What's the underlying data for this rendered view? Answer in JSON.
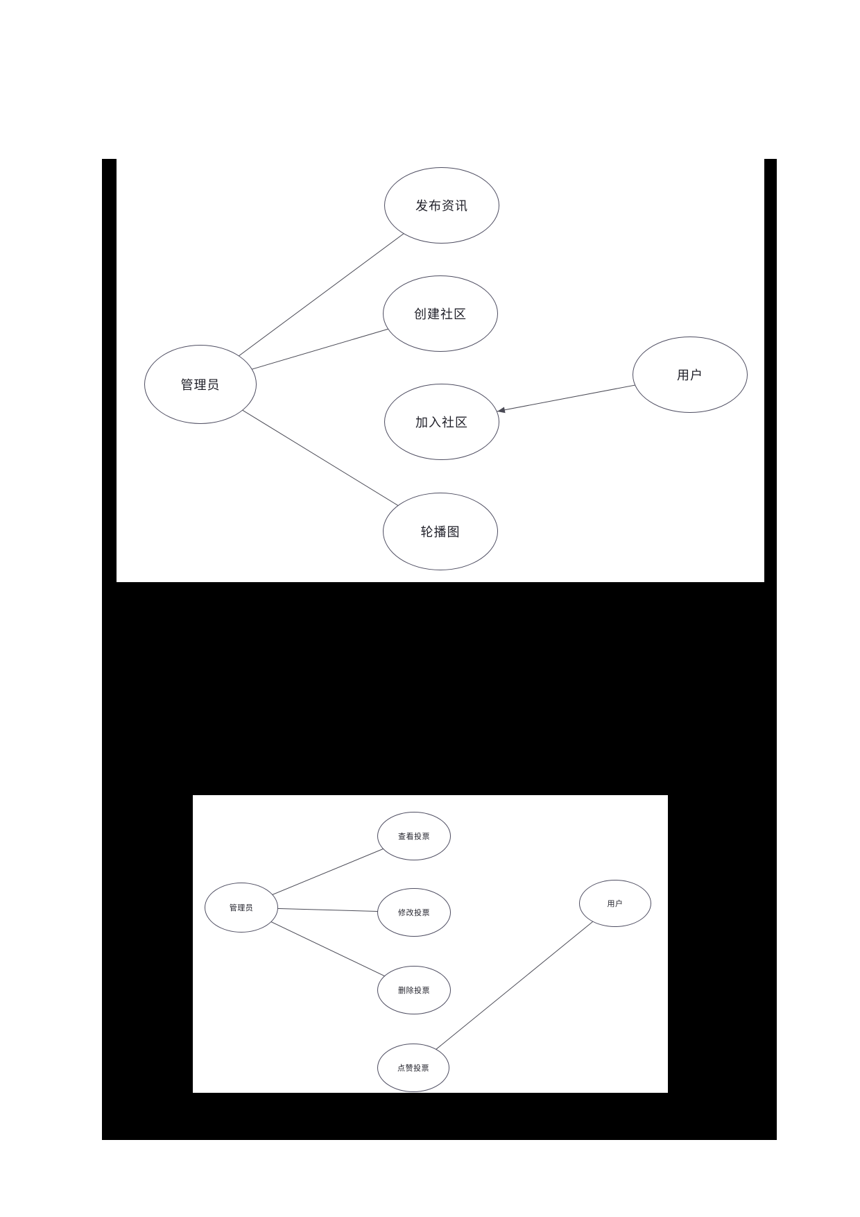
{
  "page": {
    "background_color": "#ffffff",
    "figure_background_color": "#000000",
    "shape_stroke_color": "#4d4c60",
    "line_color": "#4a4a55",
    "text_color": "#1f1f28"
  },
  "diagram1": {
    "title": "admin-community-usecase-diagram",
    "nodes": [
      {
        "id": "admin",
        "label": "管理员",
        "type": "actor"
      },
      {
        "id": "publish-news",
        "label": "发布资讯",
        "type": "usecase"
      },
      {
        "id": "create-community",
        "label": "创建社区",
        "type": "usecase"
      },
      {
        "id": "join-community",
        "label": "加入社区",
        "type": "usecase"
      },
      {
        "id": "carousel",
        "label": "轮播图",
        "type": "usecase"
      },
      {
        "id": "user",
        "label": "用户",
        "type": "actor"
      }
    ],
    "edges": [
      {
        "from": "管理员",
        "to": "发布资讯",
        "arrow": false
      },
      {
        "from": "管理员",
        "to": "创建社区",
        "arrow": false
      },
      {
        "from": "管理员",
        "to": "轮播图",
        "arrow": false
      },
      {
        "from": "用户",
        "to": "加入社区",
        "arrow": true
      }
    ]
  },
  "diagram2": {
    "title": "vote-usecase-diagram",
    "nodes": [
      {
        "id": "admin",
        "label": "管理员",
        "type": "actor"
      },
      {
        "id": "view-vote",
        "label": "查看投票",
        "type": "usecase"
      },
      {
        "id": "modify-vote",
        "label": "修改投票",
        "type": "usecase"
      },
      {
        "id": "delete-vote",
        "label": "删除投票",
        "type": "usecase"
      },
      {
        "id": "like-vote",
        "label": "点赞投票",
        "type": "usecase"
      },
      {
        "id": "user",
        "label": "用户",
        "type": "actor"
      }
    ],
    "edges": [
      {
        "from": "管理员",
        "to": "查看投票",
        "arrow": false
      },
      {
        "from": "管理员",
        "to": "修改投票",
        "arrow": false
      },
      {
        "from": "管理员",
        "to": "删除投票",
        "arrow": false
      },
      {
        "from": "用户",
        "to": "点赞投票",
        "arrow": false
      }
    ]
  }
}
